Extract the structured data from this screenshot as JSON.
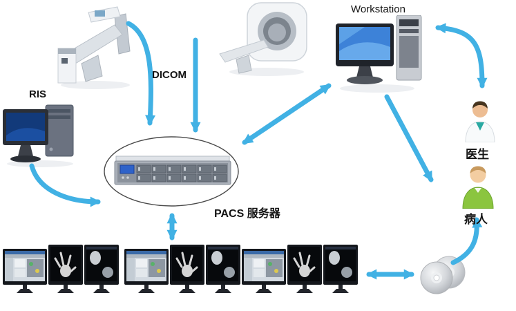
{
  "diagram": {
    "type": "pacs-network-topology",
    "background_color": "#ffffff",
    "arrow_color": "#41b1e4",
    "labels": {
      "workstation": "Workstation",
      "dicom": "DICOM",
      "ris": "RIS",
      "pacs_server": "PACS 服务器",
      "doctor": "医生",
      "patient": "病人"
    },
    "nodes": [
      {
        "id": "xray-machine",
        "label": ""
      },
      {
        "id": "ct-scanner",
        "label": ""
      },
      {
        "id": "workstation",
        "label": "Workstation"
      },
      {
        "id": "ris-computer",
        "label": "RIS"
      },
      {
        "id": "pacs-server",
        "label": "PACS 服务器"
      },
      {
        "id": "doctor",
        "label": "医生"
      },
      {
        "id": "patient",
        "label": "病人"
      },
      {
        "id": "display-station-1",
        "label": ""
      },
      {
        "id": "display-station-2",
        "label": ""
      },
      {
        "id": "display-station-3",
        "label": ""
      },
      {
        "id": "cd-media",
        "label": ""
      }
    ],
    "edges": [
      {
        "from": "xray-machine",
        "to": "pacs-server",
        "direction": "one-way"
      },
      {
        "from": "ct-scanner",
        "to": "pacs-server",
        "direction": "one-way"
      },
      {
        "from": "ris-computer",
        "to": "pacs-server",
        "direction": "one-way"
      },
      {
        "from": "pacs-server",
        "to": "workstation",
        "direction": "two-way"
      },
      {
        "from": "workstation",
        "to": "doctor",
        "direction": "two-way"
      },
      {
        "from": "workstation",
        "to": "patient",
        "direction": "one-way"
      },
      {
        "from": "pacs-server",
        "to": "display-stations",
        "direction": "two-way"
      },
      {
        "from": "display-stations",
        "to": "cd-media",
        "direction": "two-way"
      },
      {
        "from": "cd-media",
        "to": "patient",
        "direction": "one-way"
      }
    ]
  }
}
